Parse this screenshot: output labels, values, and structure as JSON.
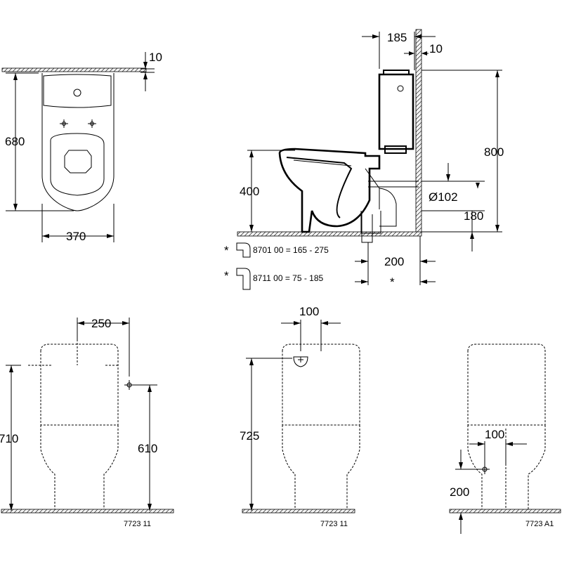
{
  "top_view": {
    "dim_thickness": "10",
    "dim_depth": "680",
    "dim_width": "370"
  },
  "side_view": {
    "dim_tank_depth": "185",
    "dim_wall_gap": "10",
    "dim_height": "800",
    "dim_seat_height": "400",
    "dim_outlet_diameter": "Ø102",
    "dim_outlet_height": "180",
    "dim_outlet_offset": "200",
    "asterisk": "*",
    "connector_1": "8701 00 = 165 - 275",
    "connector_2": "8711 00 = 75 - 185"
  },
  "front_view_1": {
    "dim_pipe_offset": "250",
    "dim_height": "710",
    "dim_inlet_height": "610",
    "code": "7723 11"
  },
  "front_view_2": {
    "dim_button_width": "100",
    "dim_height": "725",
    "code": "7723 11"
  },
  "back_view": {
    "dim_outlet_offset": "100",
    "dim_outlet_height": "200",
    "code": "7723 A1"
  }
}
